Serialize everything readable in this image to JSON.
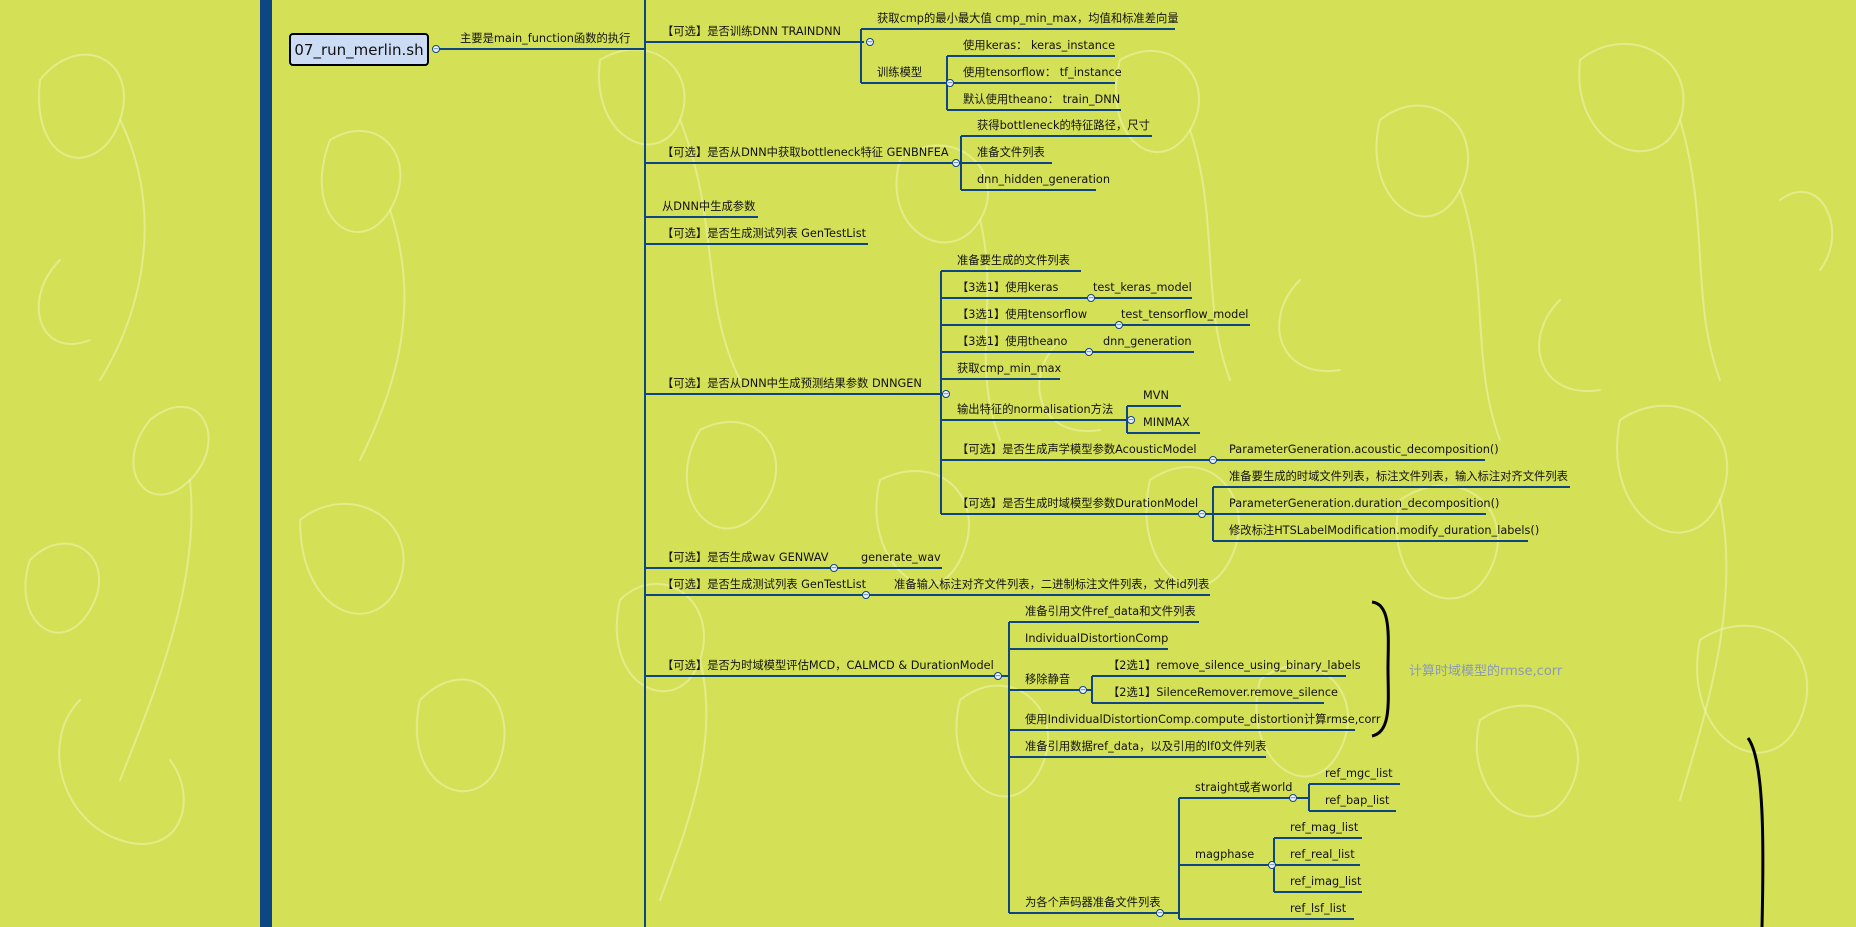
{
  "root": {
    "label": "07_run_merlin.sh"
  },
  "root_edge": {
    "label": "主要是main_function函数的执行"
  },
  "nodes": {
    "n_cmp": "获取cmp的最小最大值 cmp_min_max，均值和标准差向量",
    "n_keras": "使用keras：   keras_instance",
    "n_tf": "使用tensorflow：  tf_instance",
    "n_theano": "默认使用theano：  train_DNN",
    "n_train_model": "训练模型",
    "n_traindnn": "【可选】是否训练DNN TRAINDNN",
    "n_bn_path": "获得bottleneck的特征路径，尺寸",
    "n_bn_list": "准备文件列表",
    "n_bn_gen": "dnn_hidden_generation",
    "n_genbnfea": "【可选】是否从DNN中获取bottleneck特征 GENBNFEA",
    "n_from_dnn": "从DNN中生成参数",
    "n_gentest1": "【可选】是否生成测试列表 GenTestList",
    "n_prep_list": "准备要生成的文件列表",
    "n_opt_keras": "【3选1】使用keras",
    "n_test_keras": "test_keras_model",
    "n_opt_tf": "【3选1】使用tensorflow",
    "n_test_tf": "test_tensorflow_model",
    "n_opt_theano": "【3选1】使用theano",
    "n_dnn_gen": "dnn_generation",
    "n_cmp_minmax": "获取cmp_min_max",
    "n_norm": "输出特征的normalisation方法",
    "n_mvn": "MVN",
    "n_minmax": "MINMAX",
    "n_dnngen": "【可选】是否从DNN中生成预测结果参数 DNNGEN",
    "n_acoustic": "【可选】是否生成声学模型参数AcousticModel",
    "n_acoustic_dec": "ParameterGeneration.acoustic_decomposition()",
    "n_dur_prep": "准备要生成的时域文件列表，标注文件列表，输入标注对齐文件列表",
    "n_duration": "【可选】是否生成时域模型参数DurationModel",
    "n_dur_dec": "ParameterGeneration.duration_decomposition()",
    "n_dur_mod": "修改标注HTSLabelModification.modify_duration_labels()",
    "n_genwav": "【可选】是否生成wav GENWAV",
    "n_generate_wav": "generate_wav",
    "n_gentest2": "【可选】是否生成测试列表 GenTestList",
    "n_gentest2_child": "准备输入标注对齐文件列表，二进制标注文件列表，文件id列表",
    "n_ref_prep": "准备引用文件ref_data和文件列表",
    "n_indiv": "IndividualDistortionComp",
    "n_remove_sil": "移除静音",
    "n_rm1": "【2选1】remove_silence_using_binary_labels",
    "n_rm2": "【2选1】SilenceRemover.remove_silence",
    "n_calmcd": "【可选】是否为时域模型评估MCD，CALMCD & DurationModel",
    "n_compute": "使用IndividualDistortionComp.compute_distortion计算rmse,corr",
    "n_ref_lf0": "准备引用数据ref_data，以及引用的lf0文件列表",
    "n_straight": "straight或者world",
    "n_mgc": "ref_mgc_list",
    "n_bap": "ref_bap_list",
    "n_mag": "ref_mag_list",
    "n_magphase": "magphase",
    "n_real": "ref_real_list",
    "n_imag": "ref_imag_list",
    "n_vocoder": "为各个声码器准备文件列表",
    "n_lsf": "ref_lsf_list"
  },
  "notes": {
    "rmse_note": "计算时域模型的rmse,corr"
  }
}
